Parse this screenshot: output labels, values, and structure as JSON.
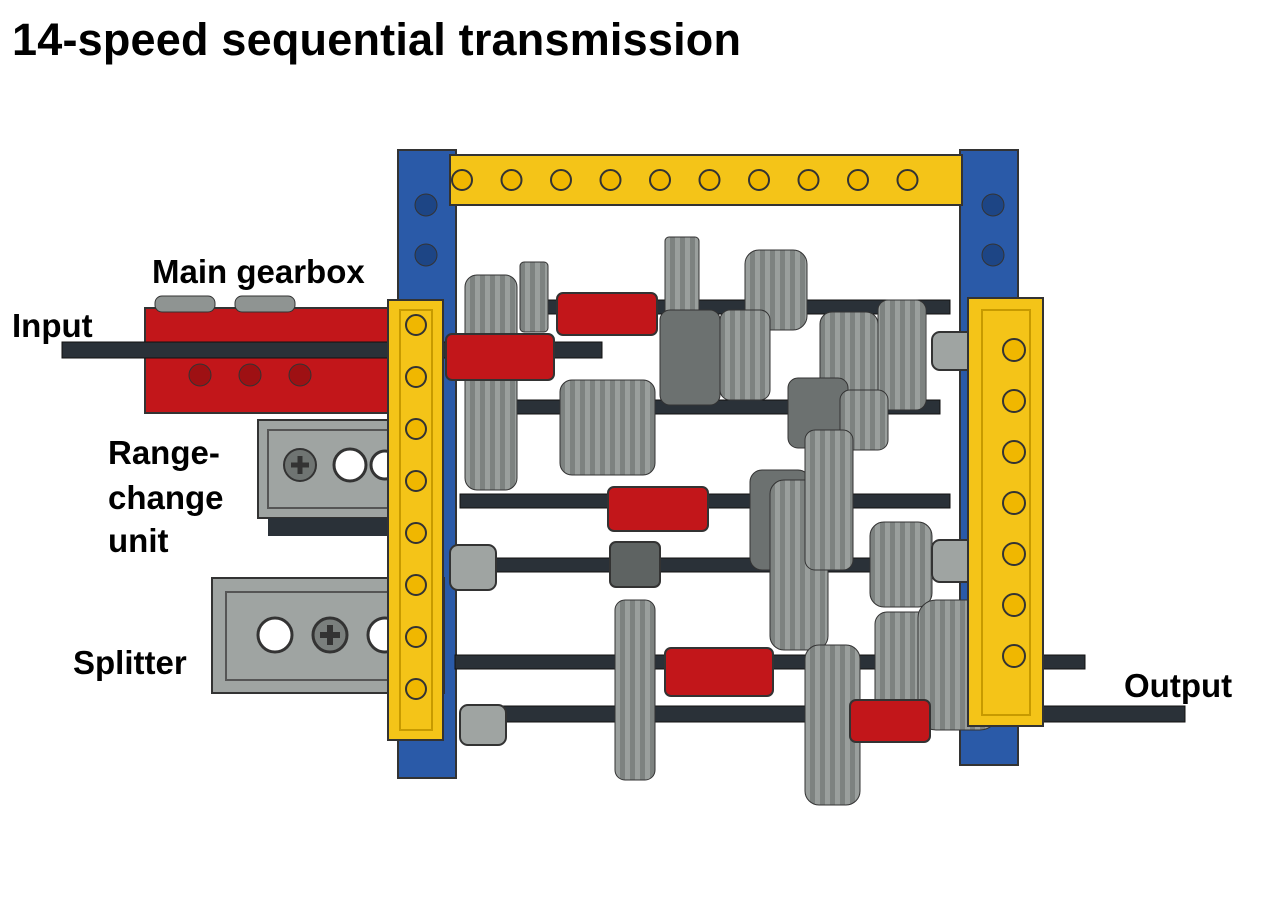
{
  "title": "14-speed sequential transmission",
  "labels": {
    "main_gearbox": "Main gearbox",
    "input": "Input",
    "range_change_line1": "Range-",
    "range_change_line2": "change",
    "range_change_line3": "unit",
    "splitter": "Splitter",
    "output": "Output"
  },
  "colors": {
    "frame_blue": "#2a5aa8",
    "beam_yellow": "#f4c418",
    "axle_black": "#2a3138",
    "part_gray": "#8f9492",
    "connector_red": "#c2161a"
  }
}
